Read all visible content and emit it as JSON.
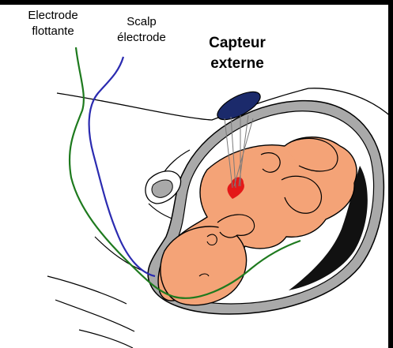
{
  "labels": {
    "floating_electrode_line1": "Electrode",
    "floating_electrode_line2": "flottante",
    "scalp_electrode_line1": "Scalp",
    "scalp_electrode_line2": "électrode",
    "external_sensor_line1": "Capteur",
    "external_sensor_line2": "externe"
  },
  "colors": {
    "fetus_skin": "#f4a377",
    "uterus_wall": "#a9a9a9",
    "placenta": "#111111",
    "sensor": "#1b2a6b",
    "floating_electrode_wire": "#1e7a1e",
    "scalp_electrode_wire": "#2b2bb0",
    "heart": "#e41818"
  }
}
